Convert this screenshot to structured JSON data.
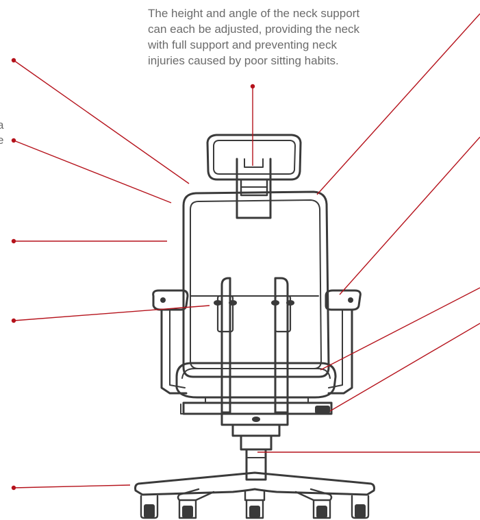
{
  "neck_support_text": {
    "line1": "The height and angle of the neck support",
    "line2": "can each be adjusted, providing the neck",
    "line3": "with full support and preventing neck",
    "line4": "injuries caused by poor sitting habits."
  },
  "cut_off_text": {
    "line1": "a",
    "line2": "e"
  },
  "colors": {
    "callout_line": "#b5121b",
    "outline": "#3a3a3a",
    "text": "#6b6b6b"
  }
}
